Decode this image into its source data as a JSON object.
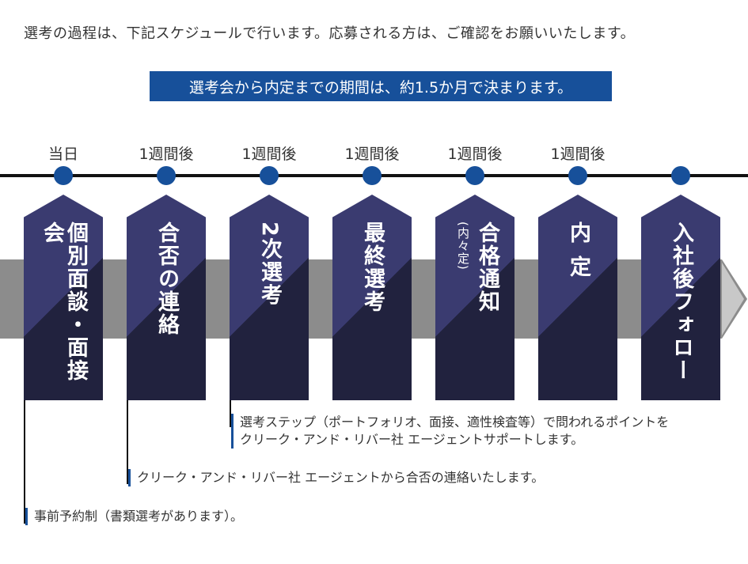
{
  "intro_text": "選考の過程は、下記スケジュールで行います。応募される方は、ご確認をお願いいたします。",
  "notice_text": "選考会から内定までの期間は、約1.5か月で決まります。",
  "colors": {
    "accent": "#17509a",
    "step_light": "#3a3b70",
    "step_dark": "#21223e",
    "band": "#8c8c8c"
  },
  "timings": [
    "当日",
    "1週間後",
    "1週間後",
    "1週間後",
    "1週間後",
    "1週間後",
    ""
  ],
  "steps": [
    {
      "label": "個別面談・面接会",
      "note": ""
    },
    {
      "label": "合否の連絡",
      "note": ""
    },
    {
      "label": "2次選考",
      "note": ""
    },
    {
      "label": "最終選考",
      "note": ""
    },
    {
      "label": "合格通知",
      "note": "(内々定)"
    },
    {
      "label": "内定",
      "note": ""
    },
    {
      "label": "入社後フォロー",
      "note": ""
    }
  ],
  "notes": {
    "step3_line1": "選考ステップ（ポートフォリオ、面接、適性検査等）で問われるポイントを",
    "step3_line2": "クリーク・アンド・リバー社 エージェントサポートします。",
    "step2": "クリーク・アンド・リバー社 エージェントから合否の連絡いたします。",
    "step1": "事前予約制（書類選考があります）。"
  }
}
